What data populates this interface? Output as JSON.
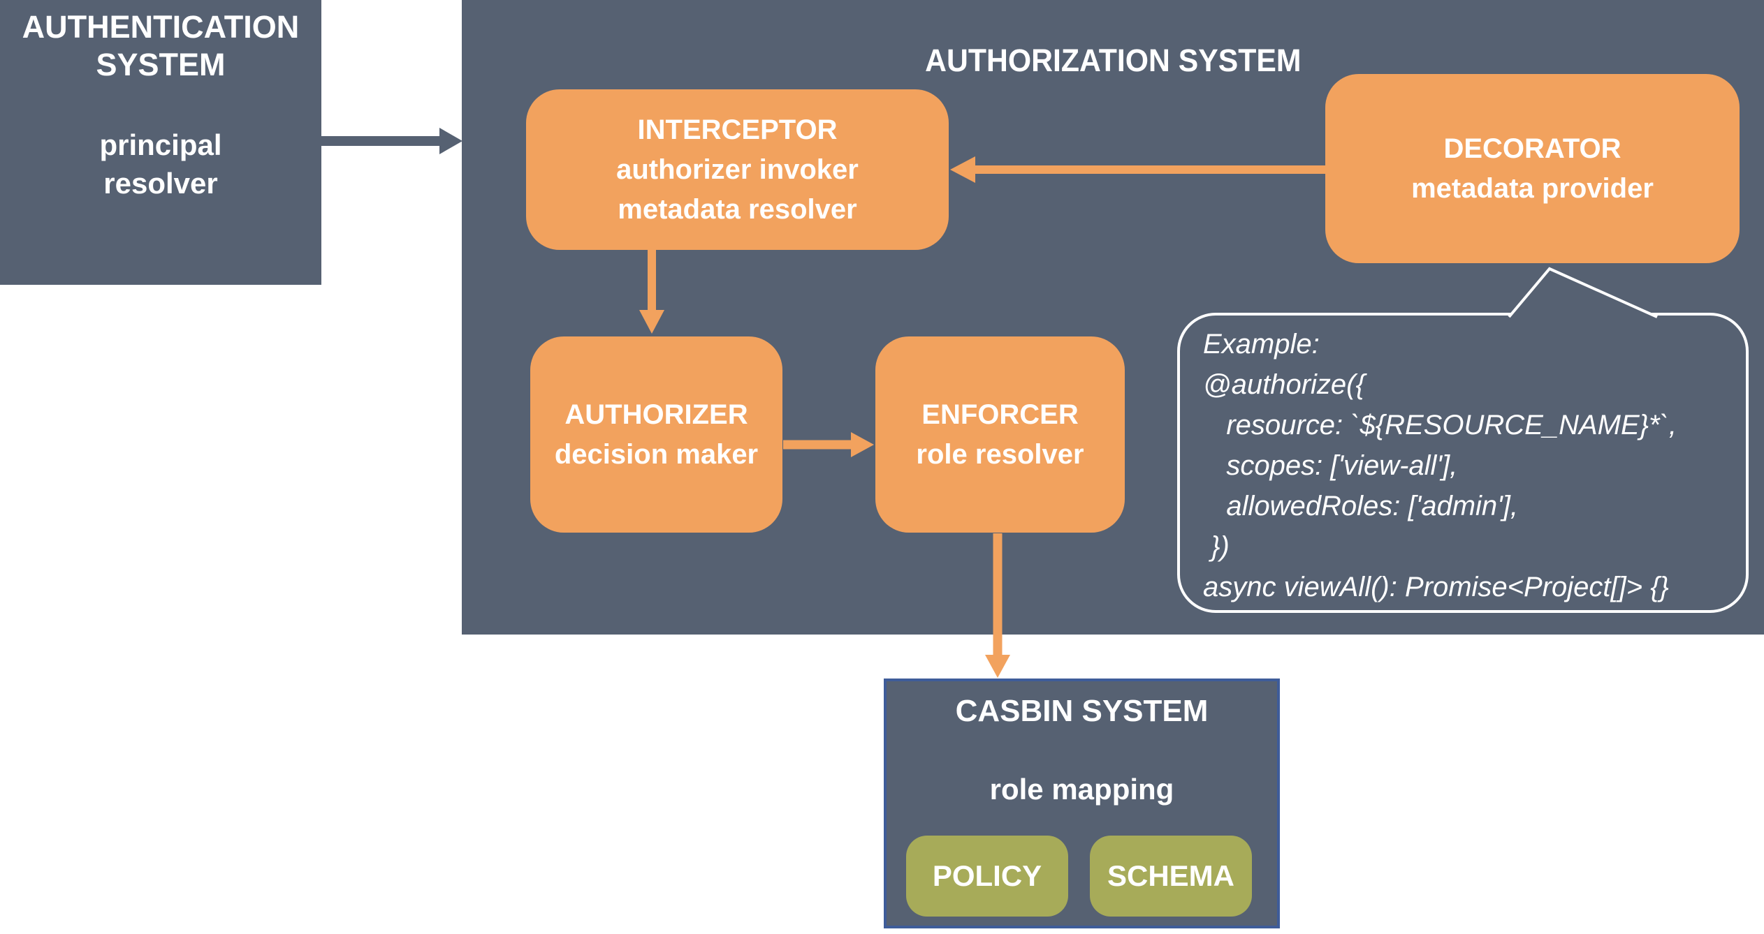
{
  "colors": {
    "slate": "#566172",
    "orange": "#F2A25E",
    "olive": "#A7AB59",
    "casbin_border": "#3E5C99",
    "text": "#FFFFFF"
  },
  "auth_system": {
    "title": "AUTHENTICATION\nSYSTEM",
    "subtitle": "principal\nresolver"
  },
  "authorization_system": {
    "title": "AUTHORIZATION SYSTEM"
  },
  "nodes": {
    "interceptor": {
      "title": "INTERCEPTOR",
      "subtitle": "authorizer invoker\nmetadata resolver"
    },
    "decorator": {
      "title": "DECORATOR",
      "subtitle": "metadata provider"
    },
    "authorizer": {
      "title": "AUTHORIZER",
      "subtitle": "decision maker"
    },
    "enforcer": {
      "title": "ENFORCER",
      "subtitle": "role resolver"
    }
  },
  "callout": {
    "code": "Example:\n@authorize({\n   resource: `${RESOURCE_NAME}*`,\n   scopes: ['view-all'],\n   allowedRoles: ['admin'],\n })\nasync viewAll(): Promise<Project[]> {}"
  },
  "casbin_system": {
    "title": "CASBIN SYSTEM",
    "subtitle": "role mapping",
    "policy_label": "POLICY",
    "schema_label": "SCHEMA"
  }
}
